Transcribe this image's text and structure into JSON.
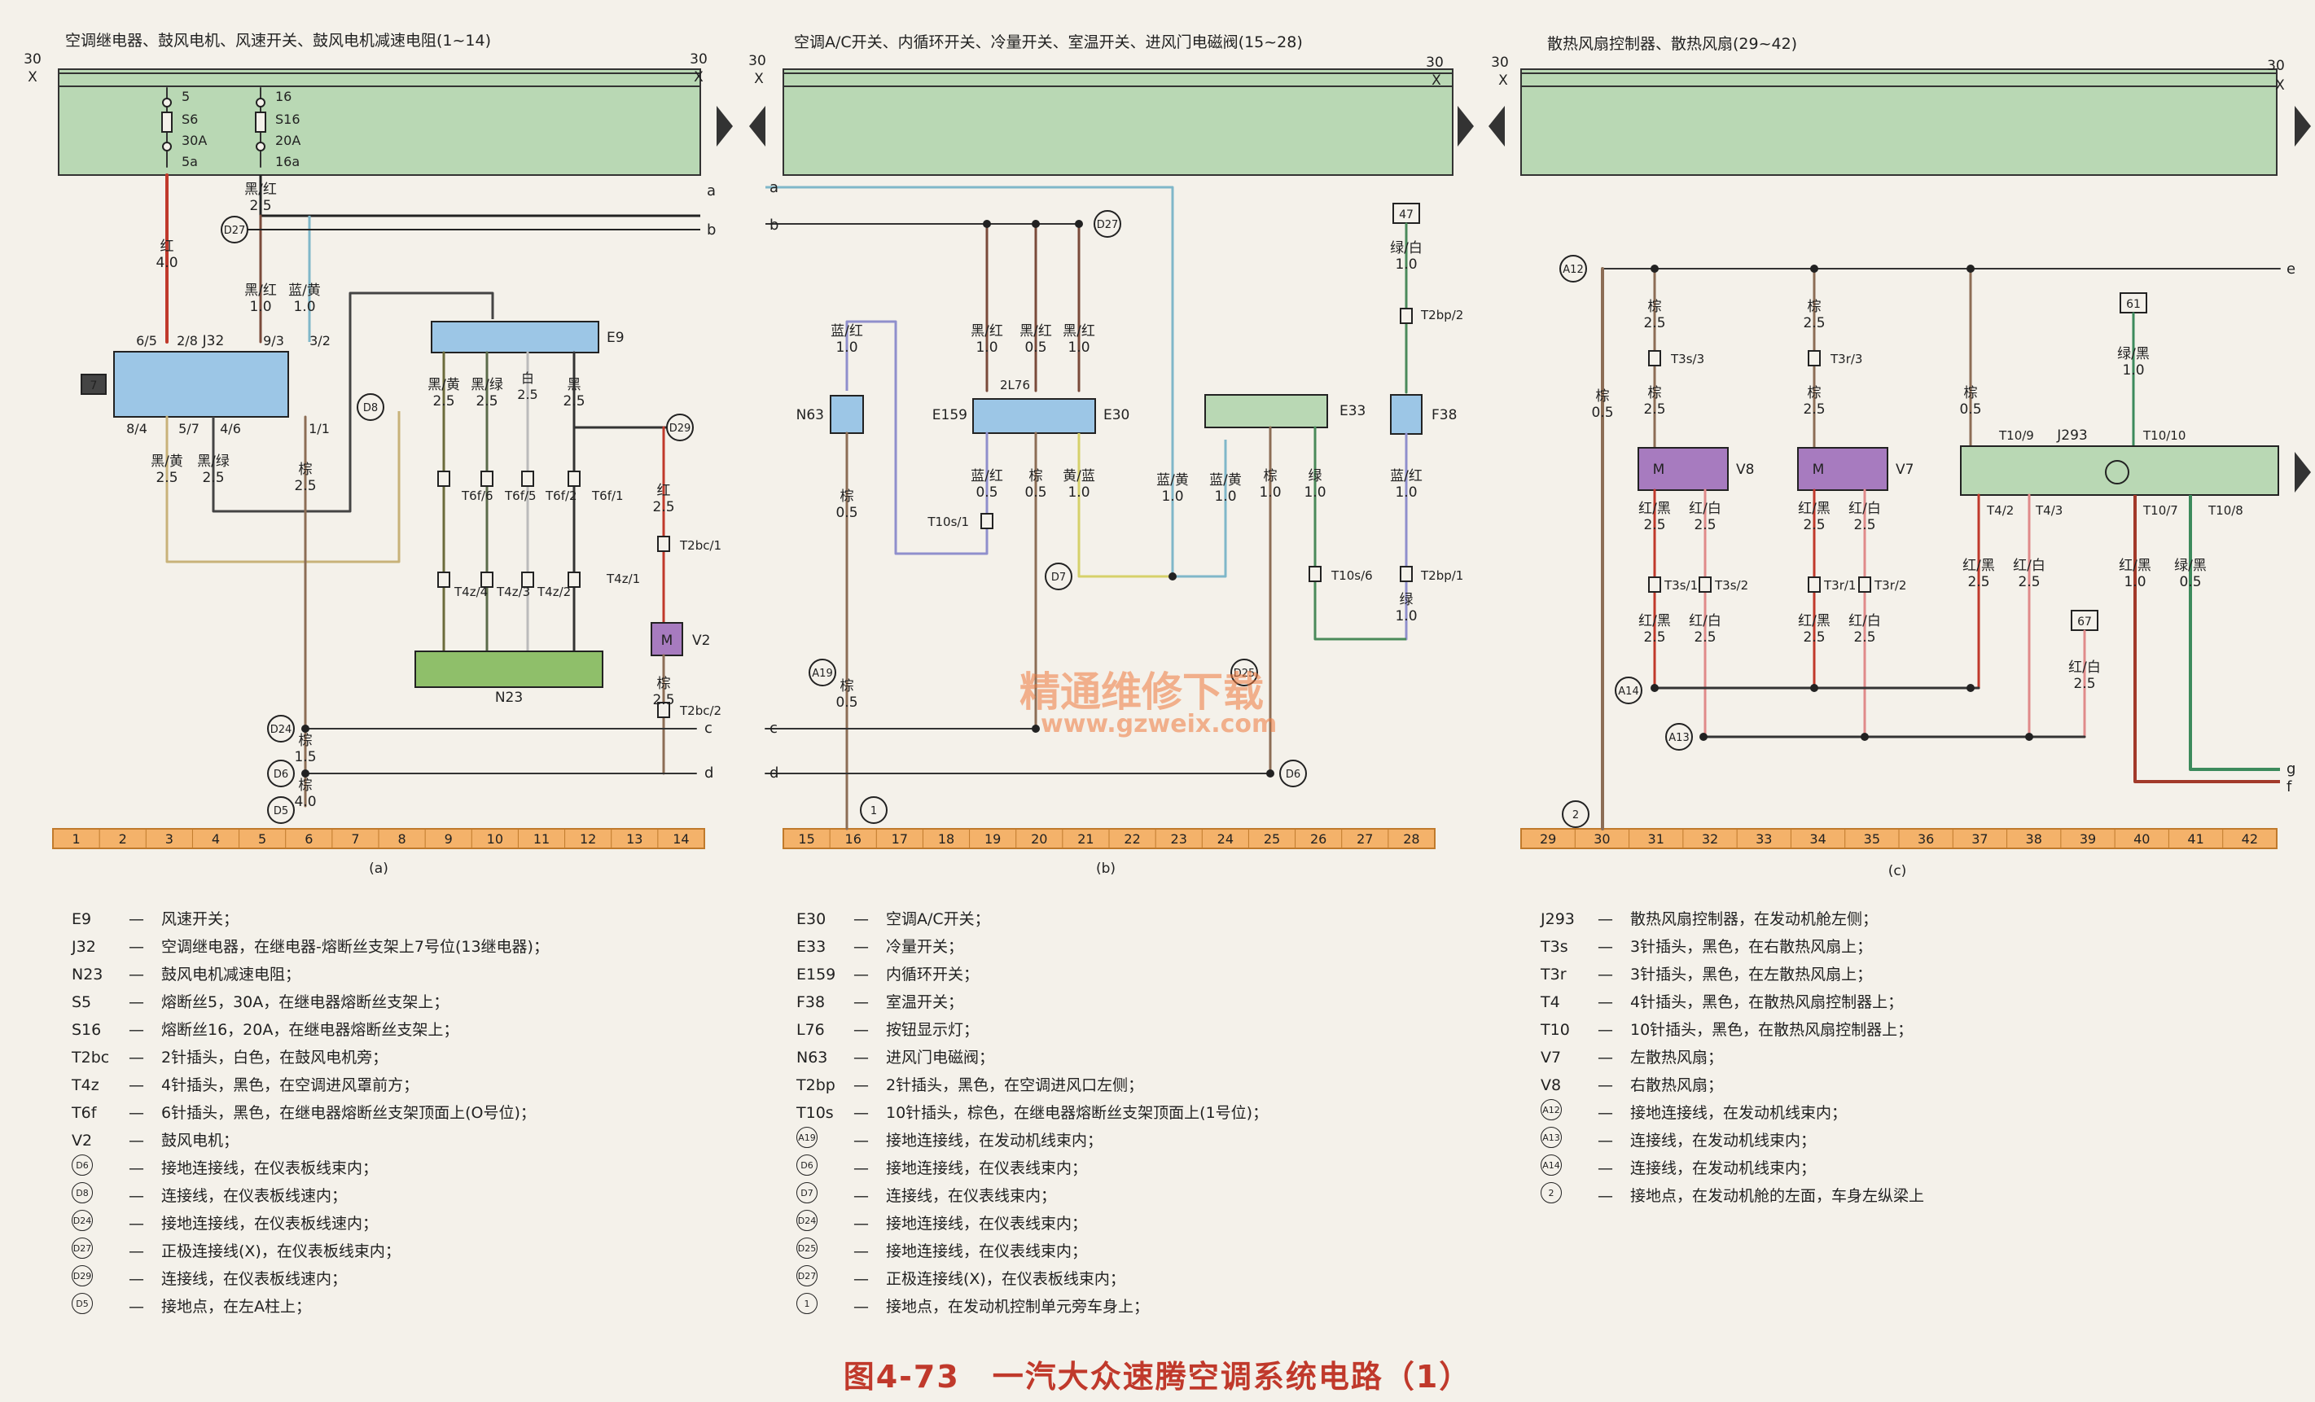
{
  "panels": [
    {
      "title": "空调继电器、鼓风电机、风速开关、鼓风电机减速电阻(1~14)",
      "label": "(a)"
    },
    {
      "title": "空调A/C开关、内循环开关、冷量开关、室温开关、进风门电磁阀(15~28)",
      "label": "(b)"
    },
    {
      "title": "散热风扇控制器、散热风扇(29~42)",
      "label": "(c)"
    }
  ],
  "rails": {
    "top": "30",
    "x": "X"
  },
  "colors": {
    "bus": "#b9d8b4",
    "component": "#9cc6e6",
    "n23": "#8fbf6a",
    "motor": "#a77bbf",
    "strip": "#f4b26a",
    "caption": "#c0392b"
  },
  "ruler": [
    "1",
    "2",
    "3",
    "4",
    "5",
    "6",
    "7",
    "8",
    "9",
    "10",
    "11",
    "12",
    "13",
    "14",
    "15",
    "16",
    "17",
    "18",
    "19",
    "20",
    "21",
    "22",
    "23",
    "24",
    "25",
    "26",
    "27",
    "28",
    "29",
    "30",
    "31",
    "32",
    "33",
    "34",
    "35",
    "36",
    "37",
    "38",
    "39",
    "40",
    "41",
    "42"
  ],
  "fuses": [
    {
      "n1": "5",
      "name": "S6",
      "rating": "30A",
      "n2": "5a"
    },
    {
      "n1": "16",
      "name": "S16",
      "rating": "20A",
      "n2": "16a"
    }
  ],
  "components": {
    "J32": "J32",
    "E9": "E9",
    "N23": "N23",
    "V2": "V2",
    "N63": "N63",
    "E159": "E159",
    "E30": "E30",
    "L76": "2L76",
    "E33": "E33",
    "F38": "F38",
    "V8": "V8",
    "V7": "V7",
    "J293": "J293"
  },
  "connectors": {
    "D27": "D27",
    "D8": "D8",
    "D29": "D29",
    "D24": "D24",
    "D6": "D6",
    "D5": "D5",
    "A19": "A19",
    "D7": "D7",
    "D25": "D25",
    "A12": "A12",
    "A14": "A14",
    "A13": "A13",
    "G1": "1",
    "G2": "2",
    "box7": "7",
    "box47": "47",
    "box61": "61",
    "box67": "67"
  },
  "wire_labels": {
    "a_red": [
      "红",
      "4.0"
    ],
    "a_bkred": [
      "黑/红",
      "2.5"
    ],
    "a_bkred2": [
      "黑/红",
      "1.0"
    ],
    "a_blye": [
      "蓝/黄",
      "1.0"
    ],
    "a_bkye": [
      "黑/黄",
      "2.5"
    ],
    "a_bkgr": [
      "黑/绿",
      "2.5"
    ],
    "a_br": [
      "棕",
      "2.5"
    ],
    "a_br15": [
      "棕",
      "1.5"
    ],
    "a_br40": [
      "棕",
      "4.0"
    ],
    "a_bk": [
      "黑",
      "2.5"
    ],
    "a_red2": [
      "红",
      "2.5"
    ],
    "a_br2": [
      "棕",
      "2.5"
    ],
    "b_blred": [
      "蓝/红",
      "1.0"
    ],
    "b_br": [
      "棕",
      "0.5"
    ],
    "b_bkred1": [
      "黑/红",
      "1.0"
    ],
    "b_bkred2": [
      "黑/红",
      "0.5"
    ],
    "b_bkred3": [
      "黑/红",
      "1.0"
    ],
    "b_blred2": [
      "蓝/红",
      "0.5"
    ],
    "b_br2": [
      "棕",
      "0.5"
    ],
    "b_yebl": [
      "黄/蓝",
      "1.0"
    ],
    "b_blye": [
      "蓝/黄",
      "1.0"
    ],
    "b_blye2": [
      "蓝/黄",
      "1.0"
    ],
    "b_br3": [
      "棕",
      "1.0"
    ],
    "b_gr": [
      "绿",
      "1.0"
    ],
    "b_grwh": [
      "绿/白",
      "1.0"
    ],
    "b_blred3": [
      "蓝/红",
      "1.0"
    ],
    "b_gr2": [
      "绿",
      "1.0"
    ],
    "c_br": [
      "棕",
      "0.5"
    ],
    "c_br2": [
      "棕",
      "2.5"
    ],
    "c_br3": [
      "棕",
      "2.5"
    ],
    "c_br4": [
      "棕",
      "0.5"
    ],
    "c_grbk": [
      "绿/黑",
      "1.0"
    ],
    "c_redbk": [
      "红/黑",
      "2.5"
    ],
    "c_redwh": [
      "红/白",
      "2.5"
    ],
    "c_redbk2": [
      "红/黑",
      "1.0"
    ],
    "c_grbk2": [
      "绿/黑",
      "0.5"
    ],
    "c_redwh2": [
      "红/白",
      "2.5"
    ]
  },
  "pins": {
    "j32": [
      "6/5",
      "2/8",
      "9/3",
      "3/2",
      "8/4",
      "5/7",
      "4/6",
      "1/1"
    ],
    "t6f": [
      "T6f/6",
      "T6f/5",
      "T6f/2",
      "T6f/1"
    ],
    "t4z": [
      "T4z/4",
      "T4z/3",
      "T4z/2",
      "T4z/1"
    ],
    "t2bc": [
      "T2bc/1",
      "T2bc/2"
    ],
    "t10s": [
      "T10s/1",
      "T10s/6"
    ],
    "t2bp": [
      "T2bp/2",
      "T2bp/1"
    ],
    "t3s": [
      "T3s/3",
      "T3s/1",
      "T3s/2"
    ],
    "t3r": [
      "T3r/3",
      "T3r/1",
      "T3r/2"
    ],
    "t10": [
      "T10/9",
      "T10/10",
      "T10/7",
      "T10/8"
    ],
    "t4": [
      "T4/2",
      "T4/3"
    ]
  },
  "line_letters": [
    "a",
    "b",
    "c",
    "d",
    "e",
    "f",
    "g"
  ],
  "legend": {
    "col1": [
      {
        "code": "E9",
        "text": "风速开关；"
      },
      {
        "code": "J32",
        "text": "空调继电器，在继电器-熔断丝支架上7号位(13继电器)；"
      },
      {
        "code": "N23",
        "text": "鼓风电机减速电阻；"
      },
      {
        "code": "S5",
        "text": "熔断丝5，30A，在继电器熔断丝支架上；"
      },
      {
        "code": "S16",
        "text": "熔断丝16，20A，在继电器熔断丝支架上；"
      },
      {
        "code": "T2bc",
        "text": "2针插头，白色，在鼓风电机旁；"
      },
      {
        "code": "T4z",
        "text": "4针插头，黑色，在空调进风罩前方；"
      },
      {
        "code": "T6f",
        "text": "6针插头，黑色，在继电器熔断丝支架顶面上(O号位)；"
      },
      {
        "code": "V2",
        "text": "鼓风电机；"
      },
      {
        "code": "D6",
        "text": "接地连接线，在仪表板线束内；",
        "circle": true
      },
      {
        "code": "D8",
        "text": "连接线，在仪表板线速内；",
        "circle": true
      },
      {
        "code": "D24",
        "text": "接地连接线，在仪表板线速内；",
        "circle": true
      },
      {
        "code": "D27",
        "text": "正极连接线(X)，在仪表板线束内；",
        "circle": true
      },
      {
        "code": "D29",
        "text": "连接线，在仪表板线速内；",
        "circle": true
      },
      {
        "code": "D5",
        "text": "接地点，在左A柱上；",
        "circle": true
      }
    ],
    "col2": [
      {
        "code": "E30",
        "text": "空调A/C开关；"
      },
      {
        "code": "E33",
        "text": "冷量开关；"
      },
      {
        "code": "E159",
        "text": "内循环开关；"
      },
      {
        "code": "F38",
        "text": "室温开关；"
      },
      {
        "code": "L76",
        "text": "按钮显示灯；"
      },
      {
        "code": "N63",
        "text": "进风门电磁阀；"
      },
      {
        "code": "T2bp",
        "text": "2针插头，黑色，在空调进风口左侧；"
      },
      {
        "code": "T10s",
        "text": "10针插头，棕色，在继电器熔断丝支架顶面上(1号位)；"
      },
      {
        "code": "A19",
        "text": "接地连接线，在发动机线束内；",
        "circle": true
      },
      {
        "code": "D6",
        "text": "接地连接线，在仪表线束内；",
        "circle": true
      },
      {
        "code": "D7",
        "text": "连接线，在仪表线束内；",
        "circle": true
      },
      {
        "code": "D24",
        "text": "接地连接线，在仪表线束内；",
        "circle": true
      },
      {
        "code": "D25",
        "text": "接地连接线，在仪表线束内；",
        "circle": true
      },
      {
        "code": "D27",
        "text": "正极连接线(X)，在仪表板线束内；",
        "circle": true
      },
      {
        "code": "1",
        "text": "接地点，在发动机控制单元旁车身上；",
        "circle": true
      }
    ],
    "col3": [
      {
        "code": "J293",
        "text": "散热风扇控制器，在发动机舱左侧；"
      },
      {
        "code": "T3s",
        "text": "3针插头，黑色，在右散热风扇上；"
      },
      {
        "code": "T3r",
        "text": "3针插头，黑色，在左散热风扇上；"
      },
      {
        "code": "T4",
        "text": "4针插头，黑色，在散热风扇控制器上；"
      },
      {
        "code": "T10",
        "text": "10针插头，黑色，在散热风扇控制器上；"
      },
      {
        "code": "V7",
        "text": "左散热风扇；"
      },
      {
        "code": "V8",
        "text": "右散热风扇；"
      },
      {
        "code": "A12",
        "text": "接地连接线，在发动机线束内；",
        "circle": true
      },
      {
        "code": "A13",
        "text": "连接线，在发动机线束内；",
        "circle": true
      },
      {
        "code": "A14",
        "text": "连接线，在发动机线束内；",
        "circle": true
      },
      {
        "code": "2",
        "text": "接地点，在发动机舱的左面，车身左纵梁上",
        "circle": true
      }
    ]
  },
  "caption": "图4-73　一汽大众速腾空调系统电路（1）",
  "watermark": {
    "cn": "精通维修下载",
    "url": "www.gzweix.com"
  }
}
